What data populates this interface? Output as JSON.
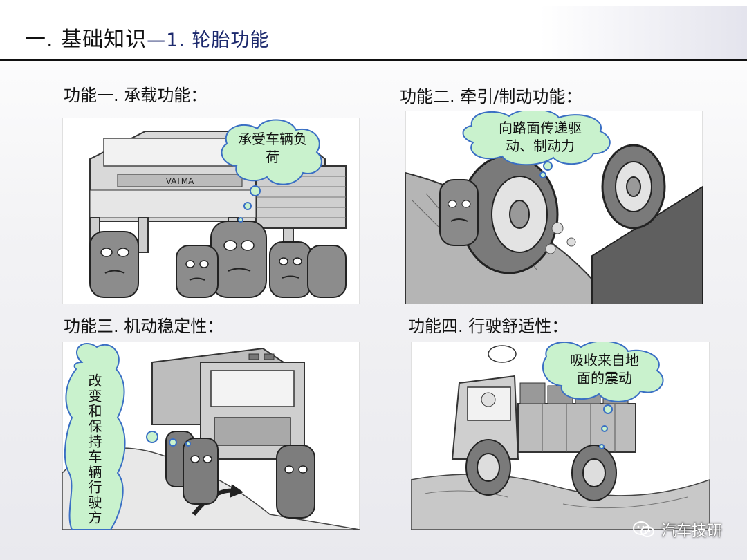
{
  "header": {
    "title_main": "一. 基础知识",
    "title_sub": "—1. 轮胎功能"
  },
  "sections": [
    {
      "label": "功能一. 承载功能：",
      "bubble": "承受车辆负荷"
    },
    {
      "label": "功能二. 牵引/制动功能：",
      "bubble": "向路面传递驱动、制动力"
    },
    {
      "label": "功能三. 机动稳定性：",
      "bubble": "改变和保持车辆行驶方"
    },
    {
      "label": "功能四. 行驶舒适性：",
      "bubble": "吸收来自地面的震动"
    }
  ],
  "watermark": {
    "text": "汽车技研",
    "icon": "wechat-icon"
  },
  "colors": {
    "bubble_fill": "#c9f2cd",
    "bubble_stroke": "#3a6fc4",
    "title_sub": "#1d2a6e"
  }
}
